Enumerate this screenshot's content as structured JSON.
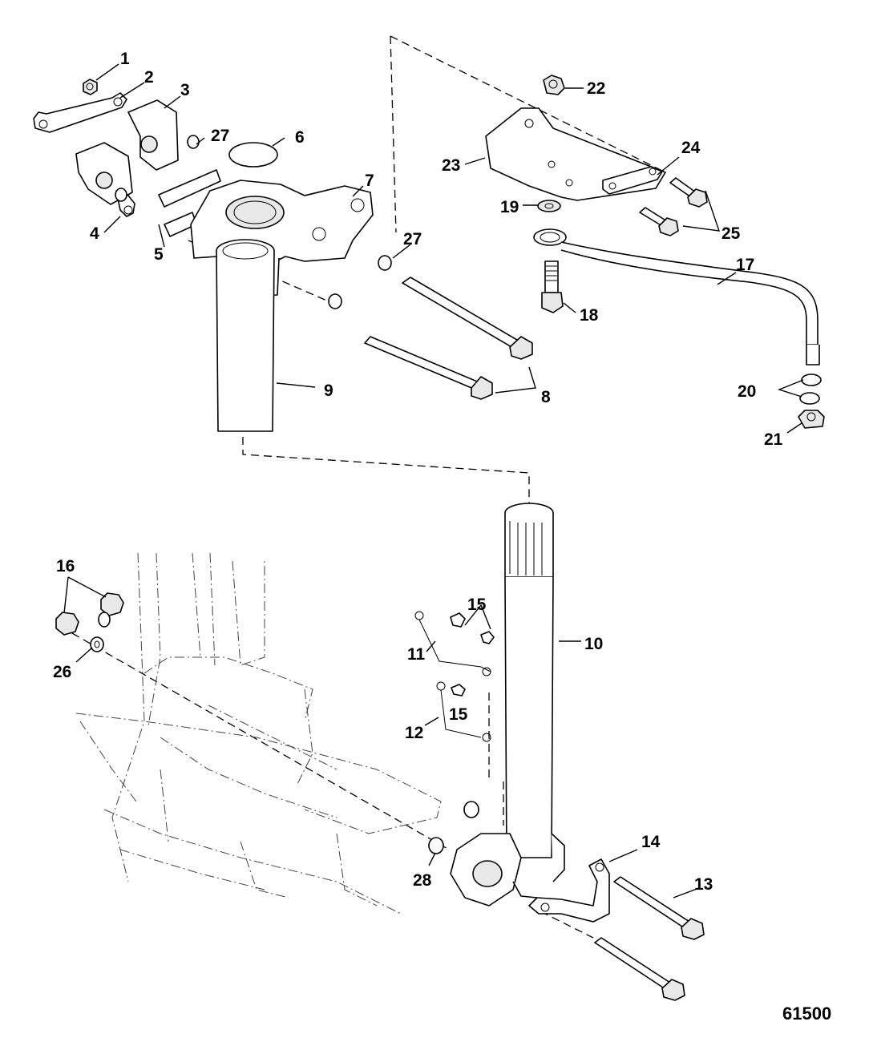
{
  "diagram": {
    "reference_number": "61500",
    "callouts": [
      {
        "id": "c1",
        "text": "1"
      },
      {
        "id": "c2",
        "text": "2"
      },
      {
        "id": "c3",
        "text": "3"
      },
      {
        "id": "c4",
        "text": "4"
      },
      {
        "id": "c5",
        "text": "5"
      },
      {
        "id": "c6",
        "text": "6"
      },
      {
        "id": "c7",
        "text": "7"
      },
      {
        "id": "c8",
        "text": "8"
      },
      {
        "id": "c9",
        "text": "9"
      },
      {
        "id": "c10",
        "text": "10"
      },
      {
        "id": "c11",
        "text": "11"
      },
      {
        "id": "c12",
        "text": "12"
      },
      {
        "id": "c13",
        "text": "13"
      },
      {
        "id": "c14",
        "text": "14"
      },
      {
        "id": "c15a",
        "text": "15"
      },
      {
        "id": "c15b",
        "text": "15"
      },
      {
        "id": "c16",
        "text": "16"
      },
      {
        "id": "c17",
        "text": "17"
      },
      {
        "id": "c18",
        "text": "18"
      },
      {
        "id": "c19",
        "text": "19"
      },
      {
        "id": "c20",
        "text": "20"
      },
      {
        "id": "c21",
        "text": "21"
      },
      {
        "id": "c22",
        "text": "22"
      },
      {
        "id": "c23",
        "text": "23"
      },
      {
        "id": "c24",
        "text": "24"
      },
      {
        "id": "c25",
        "text": "25"
      },
      {
        "id": "c26",
        "text": "26"
      },
      {
        "id": "c27a",
        "text": "27"
      },
      {
        "id": "c27b",
        "text": "27"
      },
      {
        "id": "c28",
        "text": "28"
      }
    ]
  }
}
